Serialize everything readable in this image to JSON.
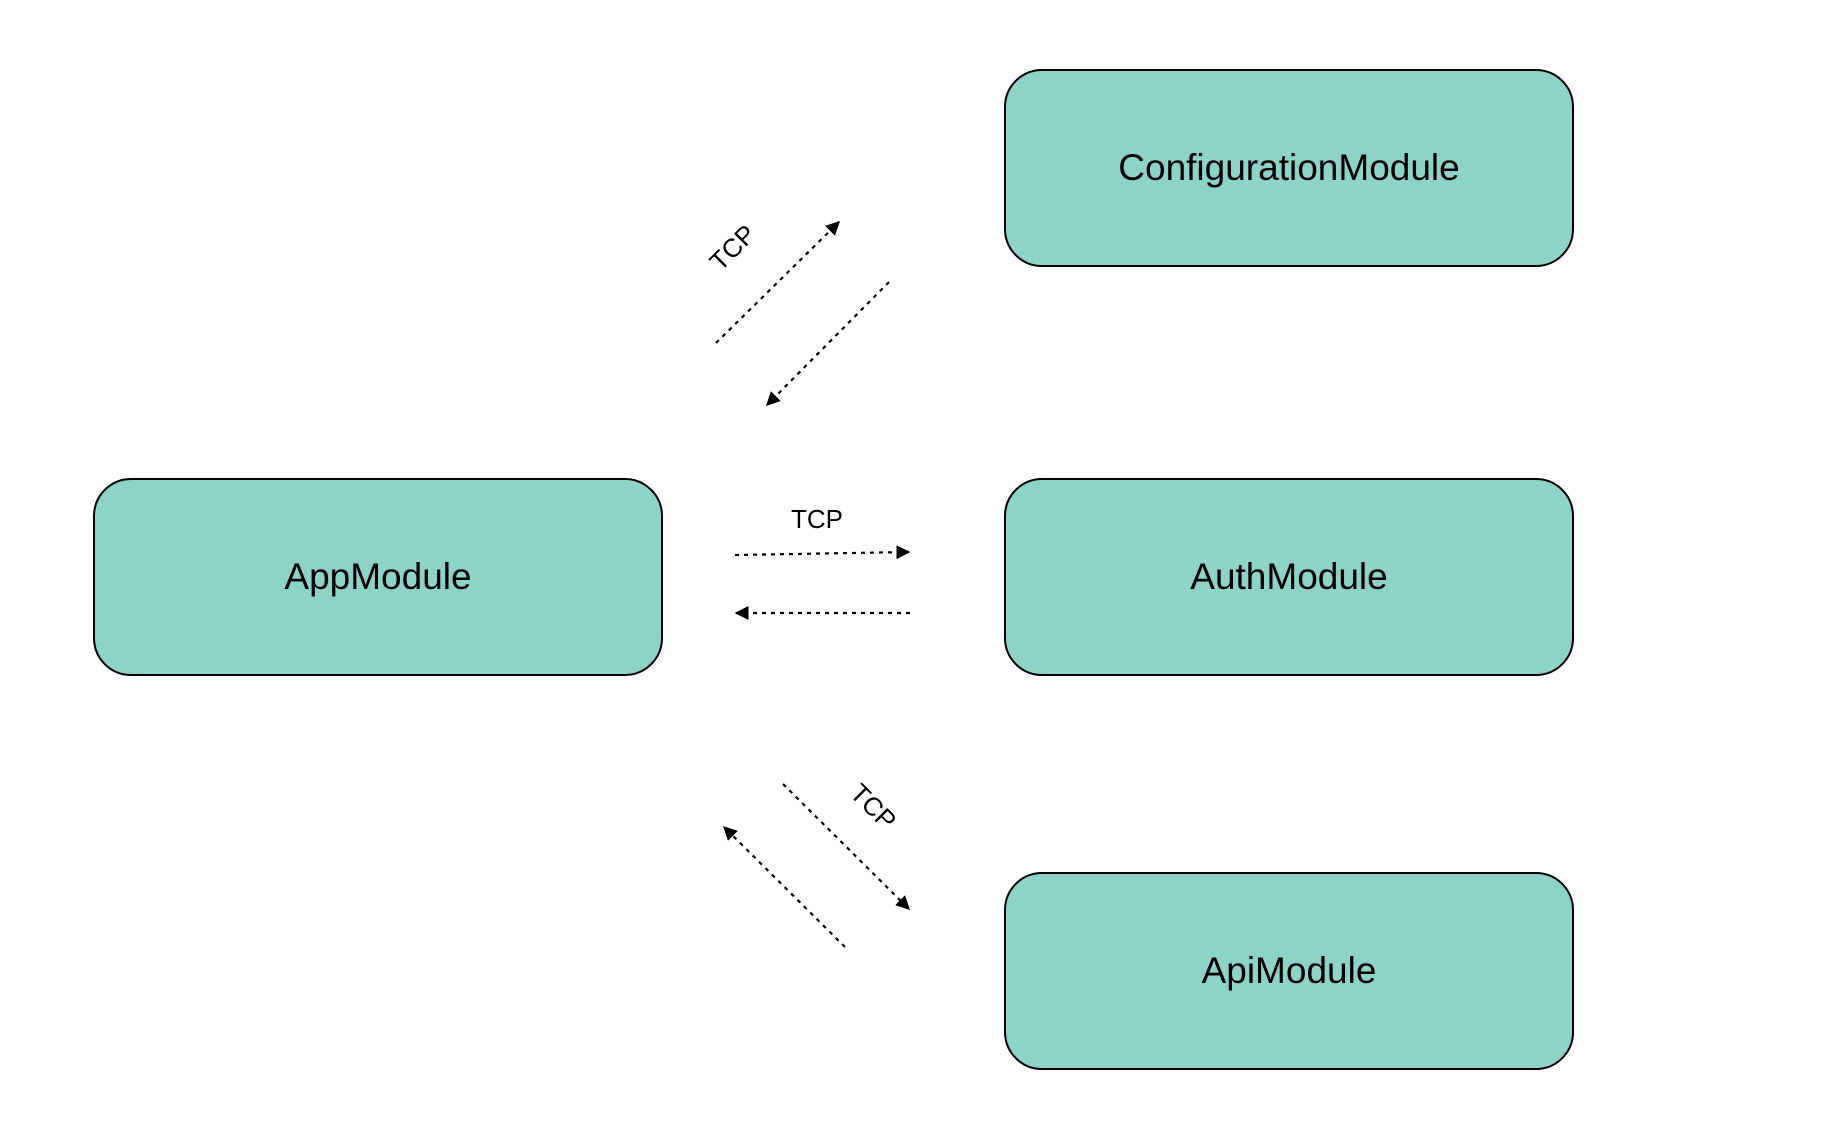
{
  "nodes": {
    "config": {
      "label": "ConfigurationModule"
    },
    "app": {
      "label": "AppModule"
    },
    "auth": {
      "label": "AuthModule"
    },
    "api": {
      "label": "ApiModule"
    }
  },
  "edges": {
    "app_to_config": {
      "label": "TCP"
    },
    "app_to_auth": {
      "label": "TCP"
    },
    "app_to_api": {
      "label": "TCP"
    }
  },
  "colors": {
    "node_fill": "#8dd3c7",
    "node_border": "#000000",
    "edge": "#000000"
  }
}
